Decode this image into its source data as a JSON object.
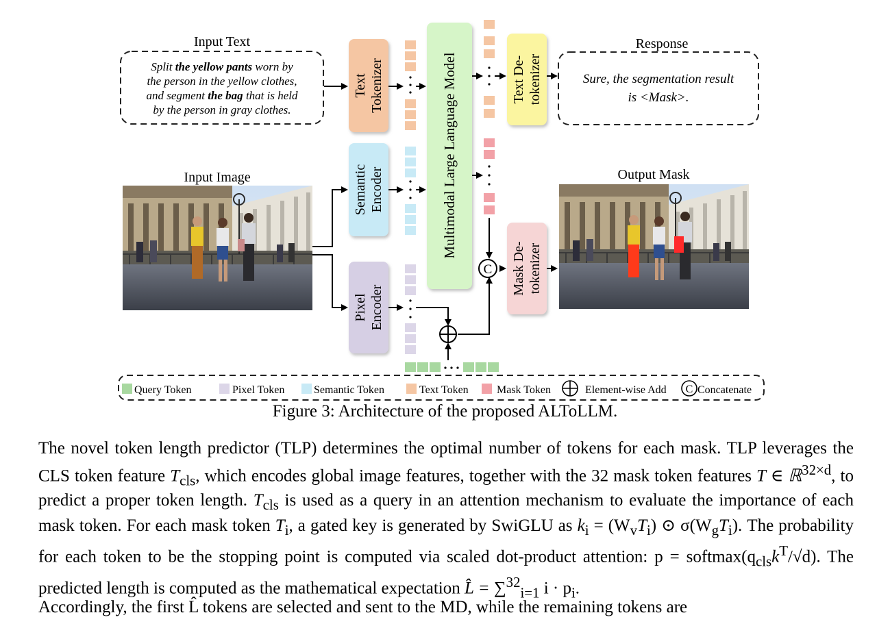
{
  "figure": {
    "input_text_label": "Input Text",
    "input_text": {
      "l1_a": "Split ",
      "l1_b": "the yellow pants",
      "l1_c": " worn by",
      "l2": "the person in the yellow clothes,",
      "l3_a": "and segment ",
      "l3_b": "the bag",
      "l3_c": " that is held",
      "l4": "by the person in gray clothes."
    },
    "response_label": "Response",
    "response_line1": "Sure, the segmentation result",
    "response_line2": "is <Mask>.",
    "input_image_label": "Input Image",
    "output_mask_label": "Output Mask",
    "text_tokenizer": [
      "Text",
      "Tokenizer"
    ],
    "semantic_encoder": [
      "Semantic",
      "Encoder"
    ],
    "pixel_encoder": [
      "Pixel",
      "Encoder"
    ],
    "mllm": "Multimodal Large Language Model",
    "text_detokenizer": [
      "Text De-",
      "tokenizer"
    ],
    "mask_detokenizer": [
      "Mask De-",
      "tokenizer"
    ],
    "concat_symbol": "C",
    "legend": {
      "query": "Query Token",
      "pixel": "Pixel Token",
      "semantic": "Semantic Token",
      "text": "Text Token",
      "mask": "Mask Token",
      "add": "Element-wise Add",
      "concat": "Concatenate"
    },
    "colors": {
      "query": "#a8d8a0",
      "pixel": "#dcd6e8",
      "semantic": "#c8eaf6",
      "text": "#f5c6a3",
      "mask": "#f2a1a7",
      "tokenizer_box": "#f5c6a3",
      "semantic_box": "#c8eaf6",
      "pixel_box": "#d6cfe4",
      "mllm_box": "#d6f5c8",
      "text_detok_box": "#fbf5a0",
      "mask_detok_box": "#f6d5d5"
    }
  },
  "caption": "Figure 3: Architecture of the proposed ALToLLM.",
  "paragraph": {
    "s1": "The novel token length predictor (TLP) determines the optimal number of tokens for each mask. TLP leverages the CLS token feature ",
    "s2": ", which encodes global image features, together with the 32 mask token features ",
    "s3": ", to predict a proper token length. ",
    "s4": " is used as a query in an attention mechanism to evaluate the importance of each mask token. For each mask token ",
    "s5": ", a gated key is generated by SwiGLU as ",
    "s6": ". The probability for each token to be the stopping point is computed via scaled dot-product attention: ",
    "s7": ". The predicted length is computed as the mathematical expectation ",
    "s8": ".",
    "m_tcls": "T",
    "m_cls_sub": "cls",
    "m_T_space": "T ∈ ℝ",
    "m_T_sup": "32×d",
    "m_Ti": "T",
    "m_i_sub": "i",
    "m_key": "k",
    "m_key_rest": " = (W",
    "m_v_sub": "v",
    "m_key_mid": "T",
    "m_key_mid2": ") ⊙ σ(W",
    "m_g_sub": "g",
    "m_key_end": ")",
    "m_p": "p = softmax(q",
    "m_kT": "k",
    "m_T_up": "T",
    "m_sqrt": "/√d)",
    "m_L": "L̂ = ∑",
    "m_sum_sup": "32",
    "m_sum_sub": "i=1",
    "m_sum_rest": " i · p",
    "m_pi_sub": "i"
  },
  "last_line": "Accordingly, the first L̂ tokens are selected and sent to the MD, while the remaining tokens are"
}
